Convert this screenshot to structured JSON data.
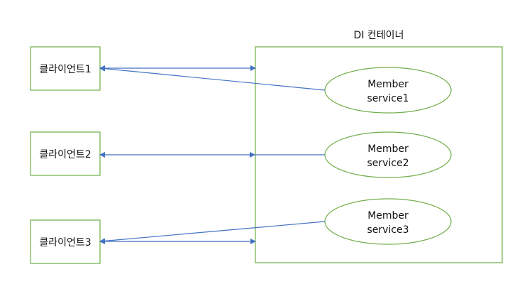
{
  "container": {
    "title": "DI 컨테이너"
  },
  "clients": [
    {
      "label": "클라이언트1"
    },
    {
      "label": "클라이언트2"
    },
    {
      "label": "클라이언트3"
    }
  ],
  "services": [
    {
      "line1": "Member",
      "line2": "service1"
    },
    {
      "line1": "Member",
      "line2": "service2"
    },
    {
      "line1": "Member",
      "line2": "service3"
    }
  ],
  "colors": {
    "box_stroke": "#70AD47",
    "arrow": "#4472C4",
    "text": "#111111"
  }
}
